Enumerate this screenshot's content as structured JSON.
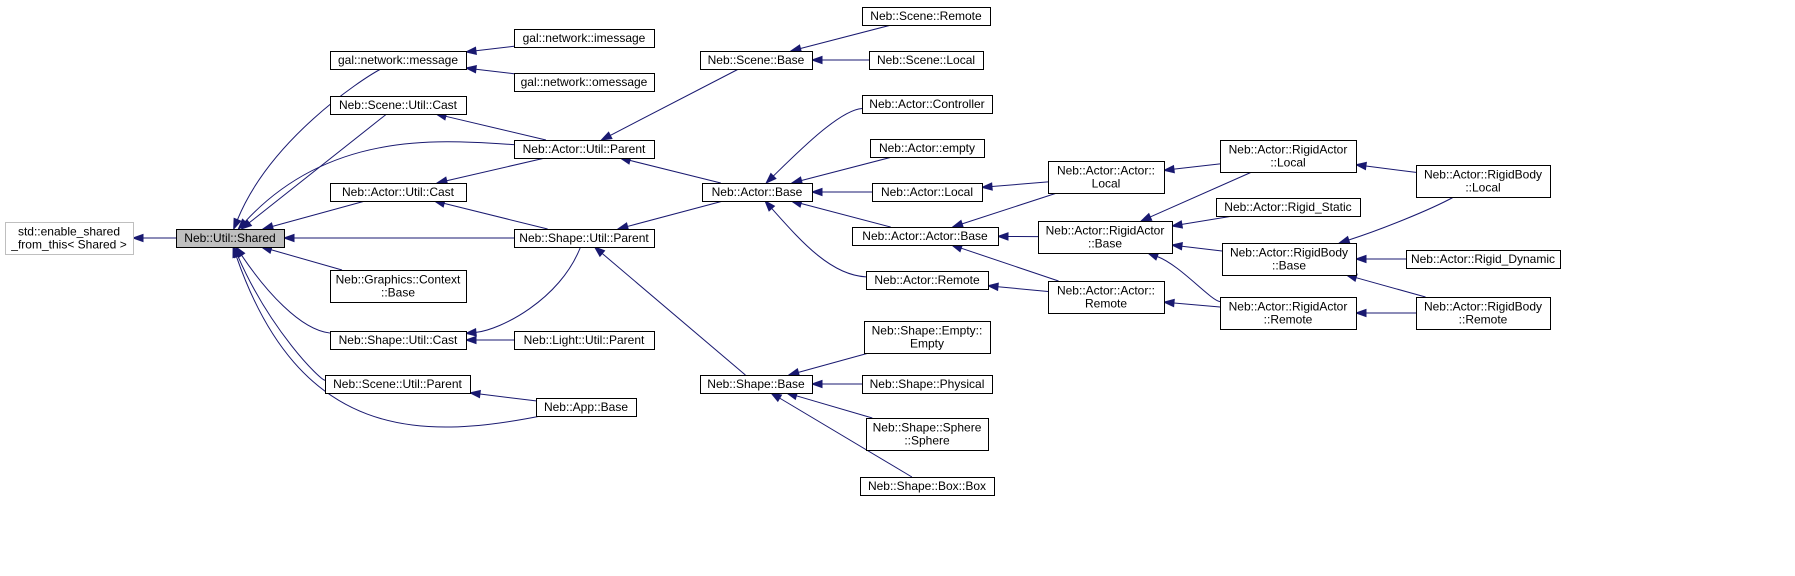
{
  "diagram": {
    "nodes": [
      {
        "id": "enable_shared",
        "lines": [
          "std::enable_shared",
          "_from_this< Shared >"
        ],
        "style": "external"
      },
      {
        "id": "shared",
        "lines": [
          "Neb::Util::Shared"
        ],
        "style": "current"
      },
      {
        "id": "gal_message",
        "lines": [
          "gal::network::message"
        ]
      },
      {
        "id": "gal_imessage",
        "lines": [
          "gal::network::imessage"
        ]
      },
      {
        "id": "gal_omessage",
        "lines": [
          "gal::network::omessage"
        ]
      },
      {
        "id": "scene_cast",
        "lines": [
          "Neb::Scene::Util::Cast"
        ]
      },
      {
        "id": "actor_cast",
        "lines": [
          "Neb::Actor::Util::Cast"
        ]
      },
      {
        "id": "graphics_context",
        "lines": [
          "Neb::Graphics::Context",
          "::Base"
        ]
      },
      {
        "id": "shape_cast",
        "lines": [
          "Neb::Shape::Util::Cast"
        ]
      },
      {
        "id": "scene_parent",
        "lines": [
          "Neb::Scene::Util::Parent"
        ]
      },
      {
        "id": "actor_parent",
        "lines": [
          "Neb::Actor::Util::Parent"
        ]
      },
      {
        "id": "shape_parent",
        "lines": [
          "Neb::Shape::Util::Parent"
        ]
      },
      {
        "id": "light_parent",
        "lines": [
          "Neb::Light::Util::Parent"
        ]
      },
      {
        "id": "app_base",
        "lines": [
          "Neb::App::Base"
        ]
      },
      {
        "id": "scene_base",
        "lines": [
          "Neb::Scene::Base"
        ]
      },
      {
        "id": "scene_remote",
        "lines": [
          "Neb::Scene::Remote"
        ]
      },
      {
        "id": "scene_local",
        "lines": [
          "Neb::Scene::Local"
        ]
      },
      {
        "id": "actor_base",
        "lines": [
          "Neb::Actor::Base"
        ]
      },
      {
        "id": "actor_controller",
        "lines": [
          "Neb::Actor::Controller"
        ]
      },
      {
        "id": "actor_empty",
        "lines": [
          "Neb::Actor::empty"
        ]
      },
      {
        "id": "actor_local",
        "lines": [
          "Neb::Actor::Local"
        ]
      },
      {
        "id": "actor_actor_base",
        "lines": [
          "Neb::Actor::Actor::Base"
        ]
      },
      {
        "id": "actor_remote",
        "lines": [
          "Neb::Actor::Remote"
        ]
      },
      {
        "id": "shape_base",
        "lines": [
          "Neb::Shape::Base"
        ]
      },
      {
        "id": "shape_empty",
        "lines": [
          "Neb::Shape::Empty::",
          "Empty"
        ]
      },
      {
        "id": "shape_physical",
        "lines": [
          "Neb::Shape::Physical"
        ]
      },
      {
        "id": "shape_sphere",
        "lines": [
          "Neb::Shape::Sphere",
          "::Sphere"
        ]
      },
      {
        "id": "shape_box",
        "lines": [
          "Neb::Shape::Box::Box"
        ]
      },
      {
        "id": "actor_actor_local",
        "lines": [
          "Neb::Actor::Actor::",
          "Local"
        ]
      },
      {
        "id": "rigidactor_base",
        "lines": [
          "Neb::Actor::RigidActor",
          "::Base"
        ]
      },
      {
        "id": "actor_actor_remote",
        "lines": [
          "Neb::Actor::Actor::",
          "Remote"
        ]
      },
      {
        "id": "rigidactor_local",
        "lines": [
          "Neb::Actor::RigidActor",
          "::Local"
        ]
      },
      {
        "id": "rigid_static",
        "lines": [
          "Neb::Actor::Rigid_Static"
        ]
      },
      {
        "id": "rigidbody_base",
        "lines": [
          "Neb::Actor::RigidBody",
          "::Base"
        ]
      },
      {
        "id": "rigidactor_remote",
        "lines": [
          "Neb::Actor::RigidActor",
          "::Remote"
        ]
      },
      {
        "id": "rigidbody_local",
        "lines": [
          "Neb::Actor::RigidBody",
          "::Local"
        ]
      },
      {
        "id": "rigid_dynamic",
        "lines": [
          "Neb::Actor::Rigid_Dynamic"
        ]
      },
      {
        "id": "rigidbody_remote",
        "lines": [
          "Neb::Actor::RigidBody",
          "::Remote"
        ]
      }
    ],
    "edges": [
      [
        "shared",
        "enable_shared"
      ],
      [
        "gal_message",
        "shared"
      ],
      [
        "scene_cast",
        "shared"
      ],
      [
        "actor_parent",
        "shared"
      ],
      [
        "actor_cast",
        "shared"
      ],
      [
        "shape_parent",
        "shared"
      ],
      [
        "graphics_context",
        "shared"
      ],
      [
        "shape_cast",
        "shared"
      ],
      [
        "scene_parent",
        "shared"
      ],
      [
        "app_base",
        "shared"
      ],
      [
        "gal_imessage",
        "gal_message"
      ],
      [
        "gal_omessage",
        "gal_message"
      ],
      [
        "actor_parent",
        "scene_cast"
      ],
      [
        "actor_parent",
        "actor_cast"
      ],
      [
        "shape_parent",
        "actor_cast"
      ],
      [
        "shape_parent",
        "shape_cast"
      ],
      [
        "light_parent",
        "shape_cast"
      ],
      [
        "app_base",
        "scene_parent"
      ],
      [
        "scene_base",
        "actor_parent"
      ],
      [
        "actor_base",
        "actor_parent"
      ],
      [
        "actor_base",
        "shape_parent"
      ],
      [
        "shape_base",
        "shape_parent"
      ],
      [
        "scene_remote",
        "scene_base"
      ],
      [
        "scene_local",
        "scene_base"
      ],
      [
        "actor_controller",
        "actor_base"
      ],
      [
        "actor_empty",
        "actor_base"
      ],
      [
        "actor_local",
        "actor_base"
      ],
      [
        "actor_actor_base",
        "actor_base"
      ],
      [
        "actor_remote",
        "actor_base"
      ],
      [
        "actor_actor_local",
        "actor_local"
      ],
      [
        "actor_actor_remote",
        "actor_remote"
      ],
      [
        "actor_actor_local",
        "actor_actor_base"
      ],
      [
        "rigidactor_base",
        "actor_actor_base"
      ],
      [
        "actor_actor_remote",
        "actor_actor_base"
      ],
      [
        "rigidactor_local",
        "actor_actor_local"
      ],
      [
        "rigidactor_local",
        "rigidactor_base"
      ],
      [
        "rigid_static",
        "rigidactor_base"
      ],
      [
        "rigidbody_base",
        "rigidactor_base"
      ],
      [
        "rigidactor_remote",
        "rigidactor_base"
      ],
      [
        "rigidactor_remote",
        "actor_actor_remote"
      ],
      [
        "rigidbody_local",
        "rigidactor_local"
      ],
      [
        "rigidbody_local",
        "rigidbody_base"
      ],
      [
        "rigid_dynamic",
        "rigidbody_base"
      ],
      [
        "rigidbody_remote",
        "rigidbody_base"
      ],
      [
        "rigidbody_remote",
        "rigidactor_remote"
      ],
      [
        "shape_empty",
        "shape_base"
      ],
      [
        "shape_physical",
        "shape_base"
      ],
      [
        "shape_sphere",
        "shape_base"
      ],
      [
        "shape_box",
        "shape_base"
      ]
    ]
  },
  "colors": {
    "edge": "#191970",
    "node_border": "#000000",
    "external_border": "#bfbfbf",
    "current_fill": "#bfbfbf",
    "background": "#ffffff"
  }
}
